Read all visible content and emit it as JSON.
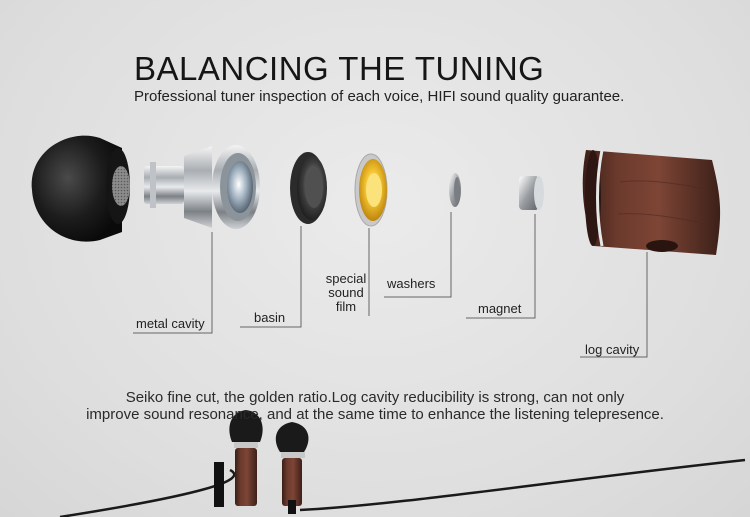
{
  "header": {
    "title": "BALANCING THE TUNING",
    "subtitle": "Professional tuner inspection of each voice, HIFI sound quality guarantee."
  },
  "components": [
    {
      "label": "metal cavity"
    },
    {
      "label": "basin"
    },
    {
      "label": "special sound film"
    },
    {
      "label": "washers"
    },
    {
      "label": "magnet"
    },
    {
      "label": "log cavity"
    }
  ],
  "caption": {
    "line1": "Seiko fine cut, the golden ratio.Log cavity reducibility is strong, can not only",
    "line2": "improve sound resonance, and at the same time to enhance the listening telepresence."
  },
  "icons": [
    "ear-tip-icon",
    "metal-cavity-icon",
    "basin-icon",
    "sound-film-icon",
    "washer-icon",
    "magnet-icon",
    "log-cavity-icon",
    "earphones-icon"
  ]
}
